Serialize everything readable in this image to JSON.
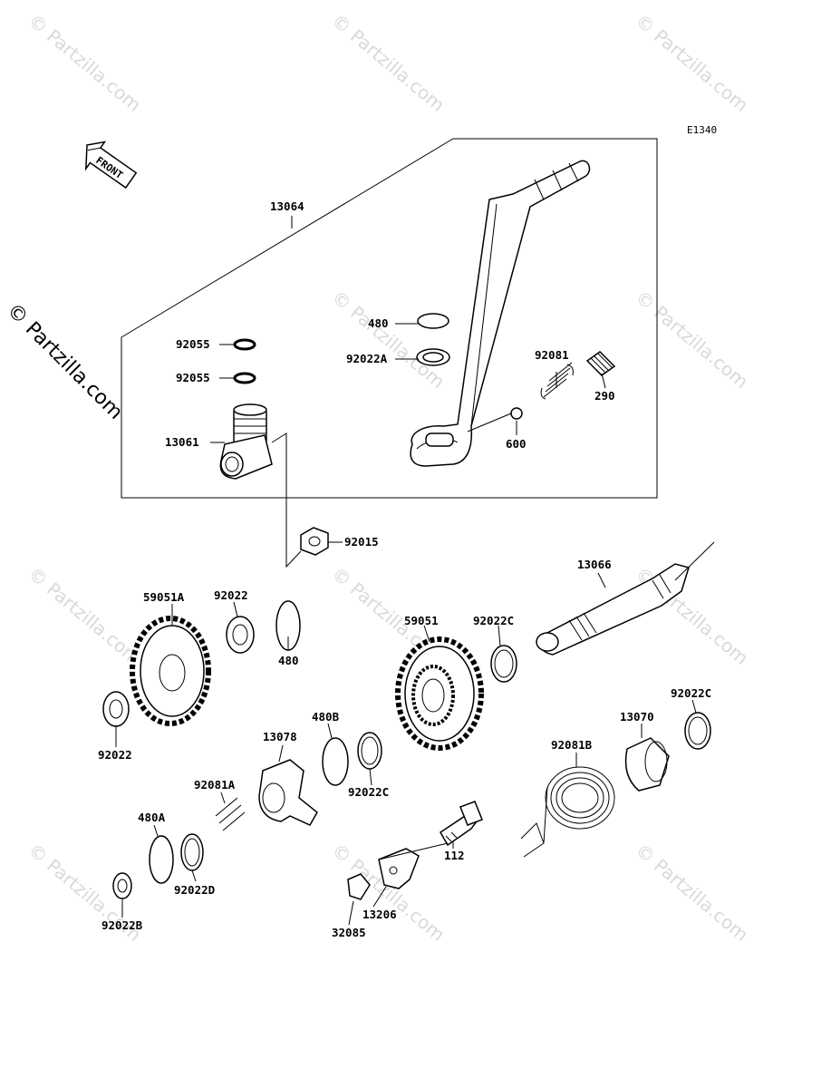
{
  "figure_code": "E1340",
  "front_label": "FRONT",
  "side_watermark": "© Partzilla.com",
  "watermark": "© Partzilla.com",
  "labels": {
    "p13064": "13064",
    "p480_top": "480",
    "p92022A": "92022A",
    "p92055_a": "92055",
    "p92055_b": "92055",
    "p92081": "92081",
    "p290": "290",
    "p600": "600",
    "p13061": "13061",
    "p92015": "92015",
    "p13066": "13066",
    "p59051A": "59051A",
    "p92022_top": "92022",
    "p480_mid": "480",
    "p59051": "59051",
    "p92022C_a": "92022C",
    "p92022C_b": "92022C",
    "p92022_left": "92022",
    "p13078": "13078",
    "p480B": "480B",
    "p92022C_c": "92022C",
    "p13070": "13070",
    "p92081B": "92081B",
    "p92081A": "92081A",
    "p480A": "480A",
    "p92022D": "92022D",
    "p112": "112",
    "p92022B": "92022B",
    "p13206": "13206",
    "p32085": "32085"
  }
}
